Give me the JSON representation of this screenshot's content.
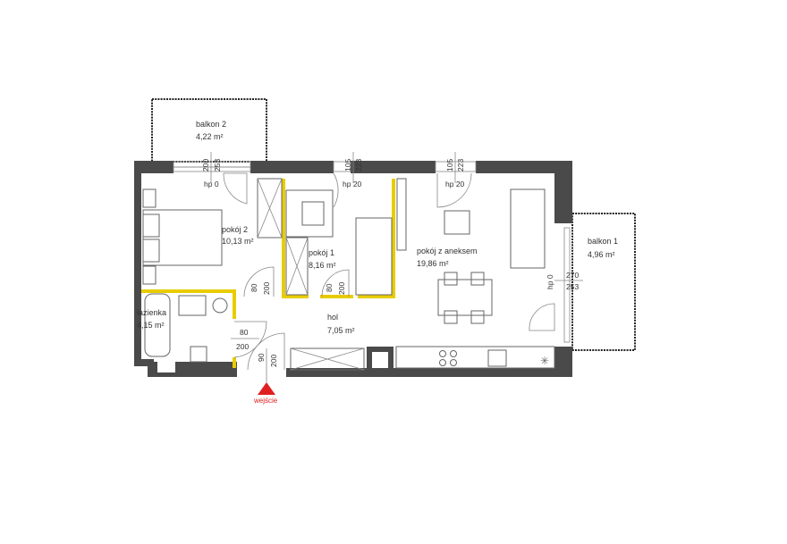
{
  "rooms": {
    "balkon2": {
      "name": "balkon 2",
      "area": "4,22 m²"
    },
    "balkon1": {
      "name": "balkon 1",
      "area": "4,96 m²"
    },
    "pokoj2": {
      "name": "pokój 2",
      "area": "10,13 m²"
    },
    "pokoj1": {
      "name": "pokój 1",
      "area": "8,16 m²"
    },
    "salon": {
      "name": "pokój z aneksem",
      "area": "19,86 m²"
    },
    "lazienka": {
      "name": "łazienka",
      "area": "4,15 m²"
    },
    "hol": {
      "name": "hol",
      "area": "7,05 m²"
    }
  },
  "windows": [
    {
      "w": "200",
      "h": "253",
      "sill": "hp 0"
    },
    {
      "w": "105",
      "h": "223",
      "sill": "hp 20"
    },
    {
      "w": "105",
      "h": "223",
      "sill": "hp 20"
    },
    {
      "w": "270",
      "h": "253",
      "sill": "hp 0"
    }
  ],
  "doors": {
    "pokoj2": {
      "w": "80",
      "h": "200"
    },
    "pokoj1": {
      "w": "80",
      "h": "200"
    },
    "lazienka": {
      "w": "80",
      "h": "200"
    },
    "entrance": {
      "w": "90",
      "h": "200"
    }
  },
  "entrance_label": "wejście",
  "colors": {
    "wall": "#4a4a4a",
    "highlight": "#e8cc00",
    "entrance": "#e02020"
  }
}
